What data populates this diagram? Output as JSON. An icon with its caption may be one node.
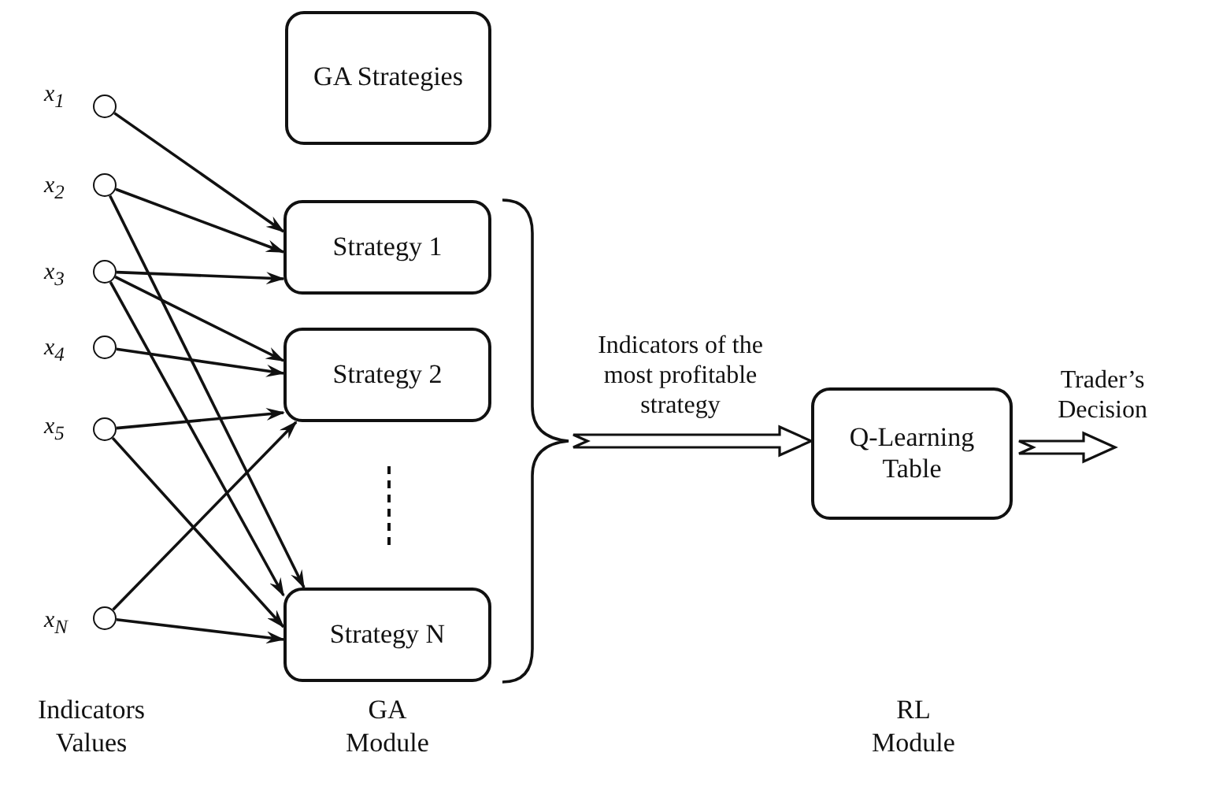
{
  "diagram": {
    "nodes": [
      {
        "text": [
          "GA Strategies"
        ]
      },
      {
        "text": [],
        "shape": "circle",
        "beside": [
          "x$_{1}$"
        ]
      },
      {
        "text": [],
        "shape": "circle",
        "beside": [
          "x$_{2}$"
        ]
      },
      {
        "text": [],
        "shape": "circle",
        "beside": [
          "x$_{3}$"
        ]
      },
      {
        "text": [],
        "shape": "circle",
        "beside": [
          "x$_{4}$"
        ]
      },
      {
        "text": [],
        "shape": "circle",
        "beside": [
          "x$_{5}$"
        ]
      },
      {
        "text": [],
        "shape": "circle",
        "beside": [
          "x$_{N}$"
        ]
      },
      {
        "text": [
          "Strategy 1"
        ]
      },
      {
        "text": [
          "Strategy 2"
        ]
      },
      {
        "text": [
          "Strategy N"
        ]
      },
      {
        "text": [],
        "shape": "bracket"
      },
      {
        "text": [
          "Q-Learning Table"
        ]
      }
    ],
    "edges": [
      {
        "from": 1,
        "to": 7,
        "arrow": "to"
      },
      {
        "from": 2,
        "to": 7,
        "arrow": "to"
      },
      {
        "from": 2,
        "to": 9,
        "arrow": "to"
      },
      {
        "from": 3,
        "to": 7,
        "arrow": "to"
      },
      {
        "from": 3,
        "to": 8,
        "arrow": "to"
      },
      {
        "from": 3,
        "to": 9,
        "arrow": "to"
      },
      {
        "from": 4,
        "to": 8,
        "arrow": "to"
      },
      {
        "from": 5,
        "to": 8,
        "arrow": "to"
      },
      {
        "from": 5,
        "to": 9,
        "arrow": "to"
      },
      {
        "from": 6,
        "to": 8,
        "arrow": "to"
      },
      {
        "from": 6,
        "to": 9,
        "arrow": "to"
      },
      {
        "from": 10,
        "to": 11,
        "arrow": "to",
        "label": "Indicators of the most profitable strategy",
        "style": "thick"
      },
      {
        "from": 11,
        "to": null,
        "arrow": "to",
        "label": "Trader’s Decision",
        "style": "thick"
      }
    ],
    "labels": [
      "Indicators Values",
      "GA Module",
      "RL Module"
    ]
  }
}
